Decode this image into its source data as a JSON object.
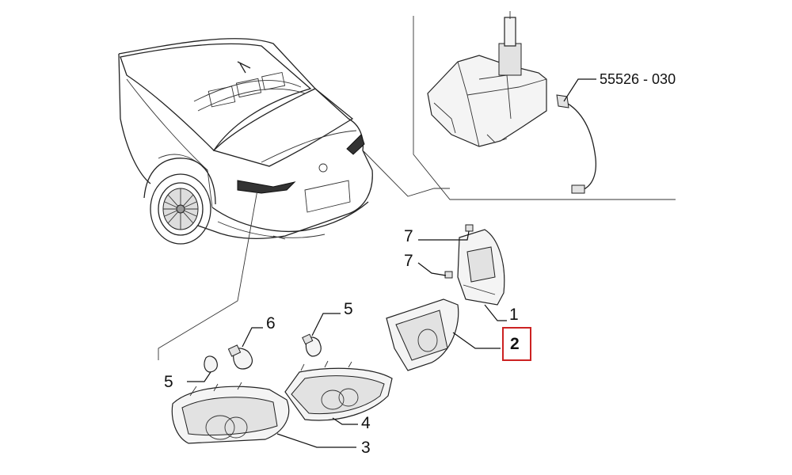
{
  "labels": {
    "ref_part": "55526 - 030",
    "n1": "1",
    "n2": "2",
    "n3": "3",
    "n4": "4",
    "n5a": "5",
    "n5b": "5",
    "n6": "6",
    "n7a": "7",
    "n7b": "7"
  },
  "highlight": {
    "color": "#cc2222",
    "target": "2"
  }
}
